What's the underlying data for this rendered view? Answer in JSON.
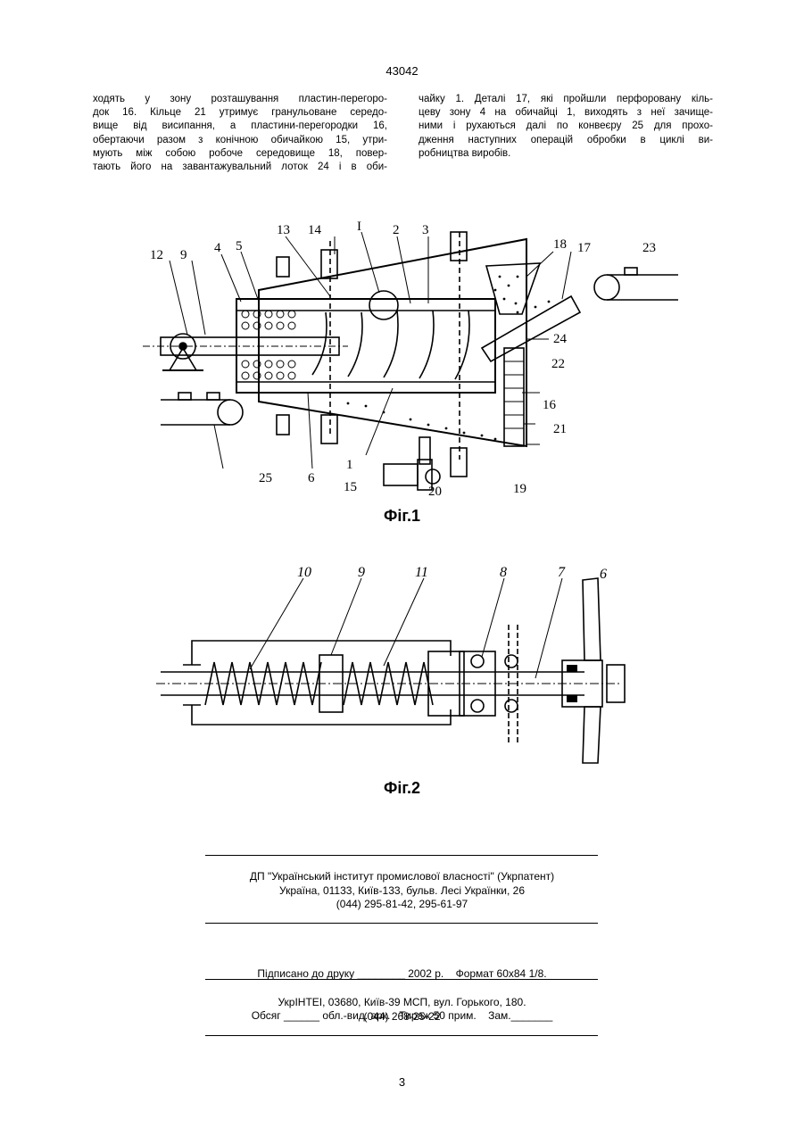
{
  "page_number_top": "43042",
  "left_column": [
    "ходять у зону розташування пластин-перегоро-",
    "док 16. Кільце 21 утримує гранульоване середо-",
    "вище від висипання, а пластини-перегородки 16,",
    "обертаючи разом з конічною обичайкою 15, утри-",
    "мують між собою робоче середовище 18, повер-",
    "тають його на завантажувальний лоток 24 і в оби-"
  ],
  "right_column": [
    "чайку 1. Деталі 17, які пройшли перфоровану кіль-",
    "цеву зону 4 на обичайці 1, виходять з неї зачище-",
    "ними і рухаються далі по конвеєру 25 для прохо-",
    "дження наступних операцій обробки в циклі ви-",
    "робництва виробів."
  ],
  "fig1": {
    "caption": "Фіг.1",
    "labels": [
      "12",
      "9",
      "4",
      "5",
      "13",
      "14",
      "I",
      "2",
      "3",
      "18",
      "17",
      "23",
      "24",
      "22",
      "16",
      "21",
      "25",
      "6",
      "1",
      "15",
      "20",
      "19"
    ]
  },
  "fig2": {
    "caption": "Фіг.2",
    "labels": [
      "10",
      "9",
      "11",
      "8",
      "7",
      "6"
    ]
  },
  "imprint": {
    "block1": [
      "ДП \"Український інститут промислової власності\" (Укрпатент)",
      "Україна, 01133, Київ-133, бульв. Лесі Українки, 26",
      "(044) 295-81-42, 295-61-97"
    ],
    "block2": [
      "Підписано до друку ________ 2002 р.    Формат 60х84 1/8.",
      "Обсяг ______ обл.-вид. арк.   Тираж 50 прим.    Зам._______"
    ],
    "block3": [
      "УкрІНТЕІ, 03680, Київ-39 МСП, вул. Горького, 180.",
      "(044) 268-25-22"
    ]
  },
  "page_number_bottom": "3"
}
